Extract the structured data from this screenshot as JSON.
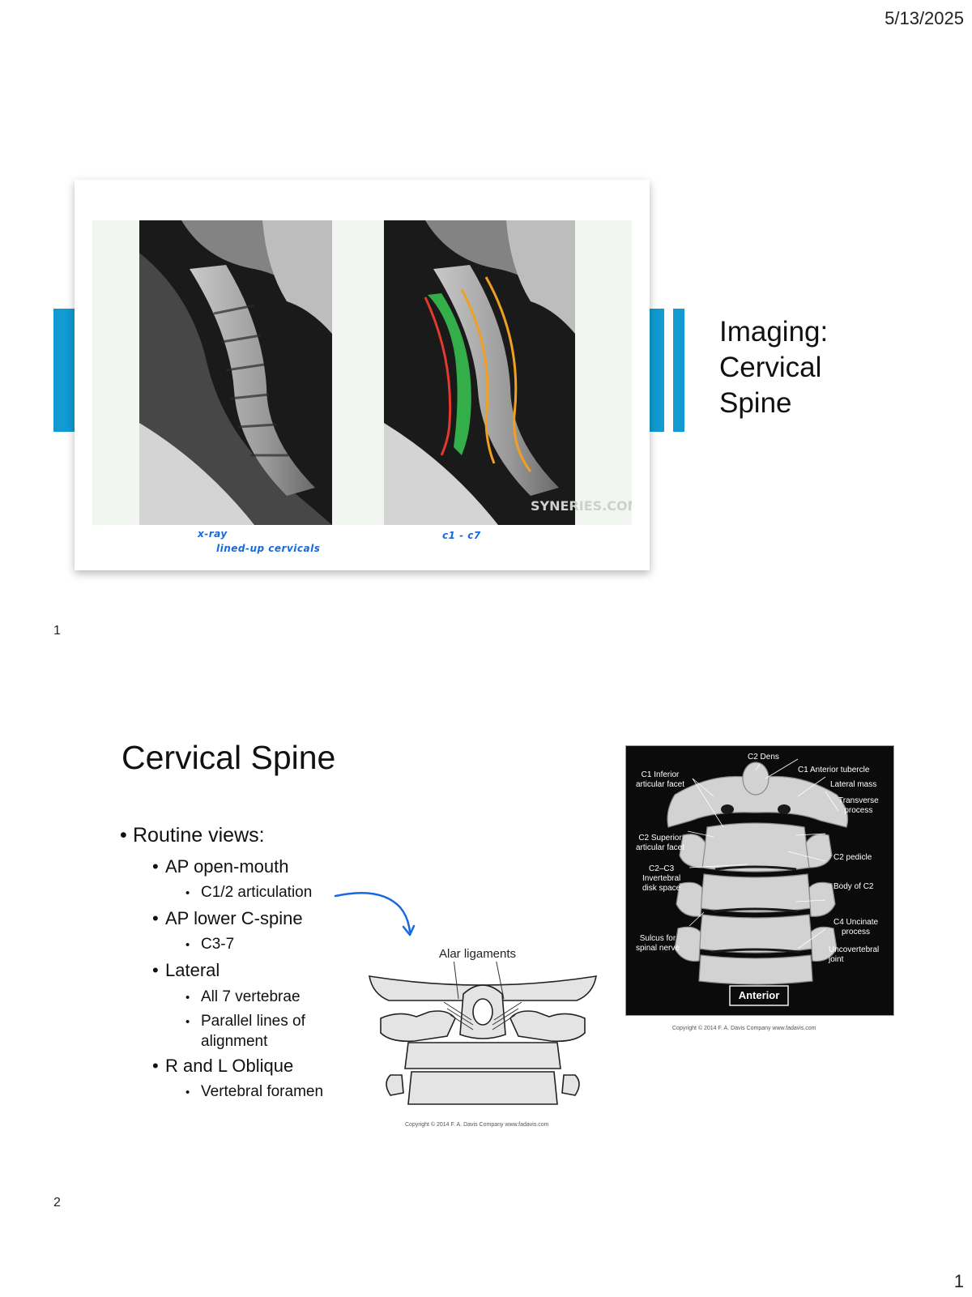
{
  "page": {
    "date": "5/13/2025",
    "page_number": "1"
  },
  "slide1": {
    "slide_number": "1",
    "title_lines": [
      "Imaging:",
      "Cervical",
      "Spine"
    ],
    "image_watermark": "SYNERIES.COM",
    "handwriting": [
      "x-ray",
      "lined-up cervicals",
      "c1 - c7"
    ],
    "colors": {
      "accent_bar": "#119bd2",
      "annotation_red": "#e23a2c",
      "annotation_green": "#3ee05a",
      "annotation_orange": "#f0a020"
    }
  },
  "slide2": {
    "slide_number": "2",
    "title": "Cervical Spine",
    "bullets": [
      {
        "level": 1,
        "text": "Routine views:"
      },
      {
        "level": 2,
        "text": "AP open-mouth"
      },
      {
        "level": 3,
        "text": "C1/2 articulation"
      },
      {
        "level": 2,
        "text": "AP lower C-spine"
      },
      {
        "level": 3,
        "text": "C3-7"
      },
      {
        "level": 2,
        "text": "Lateral"
      },
      {
        "level": 3,
        "text": "All 7 vertebrae"
      },
      {
        "level": 3,
        "text": "Parallel lines of"
      },
      {
        "level": 3,
        "text": "alignment"
      },
      {
        "level": 2,
        "text": "R and L Oblique"
      },
      {
        "level": 3,
        "text": "Vertebral foramen"
      }
    ],
    "ligament_figure": {
      "label": "Alar ligaments",
      "copyright": "Copyright © 2014  F. A. Davis Company   www.fadavis.com"
    },
    "dens_figure": {
      "labels": {
        "c2_dens": "C2 Dens",
        "c1_anterior_tubercle": "C1 Anterior tubercle",
        "c1_inferior_articular_facet": [
          "C1 Inferior",
          "articular facet"
        ],
        "lateral_mass": "Lateral mass",
        "transverse_process": [
          "Transverse",
          "process"
        ],
        "c2_superior_articular_facet": [
          "C2 Superior",
          "articular facet"
        ],
        "c2_pedicle": "C2 pedicle",
        "c2_c3_disk": [
          "C2–C3",
          "Invertebral",
          "disk space"
        ],
        "body_of_c2": "Body of C2",
        "c4_uncinate": [
          "C4 Uncinate",
          "process"
        ],
        "sulcus": [
          "Sulcus for",
          "spinal nerve"
        ],
        "uncovertebral_joint": [
          "Uncovertebral",
          "joint"
        ],
        "anterior": "Anterior"
      },
      "copyright": "Copyright © 2014  F. A. Davis Company   www.fadavis.com"
    },
    "colors": {
      "handwriting_arrow": "#1769e0"
    }
  }
}
